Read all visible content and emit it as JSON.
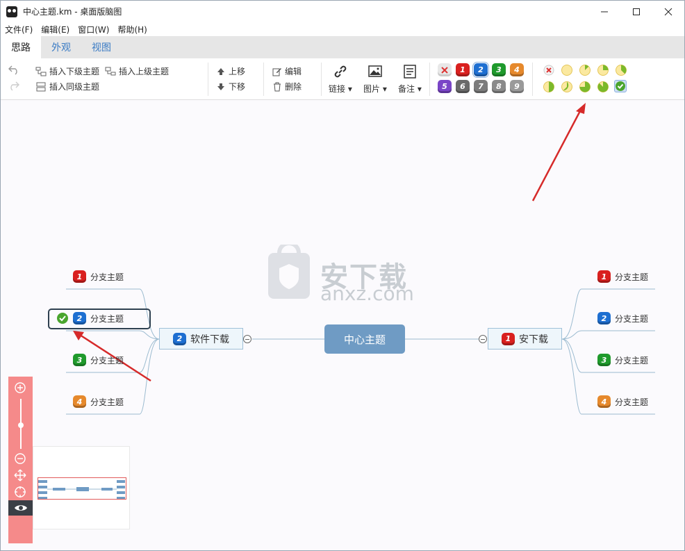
{
  "window": {
    "title": "中心主题.km - 桌面版脑图"
  },
  "menu": [
    "文件(F)",
    "编辑(E)",
    "窗口(W)",
    "帮助(H)"
  ],
  "tabs": [
    "思路",
    "外观",
    "视图"
  ],
  "toolbar": {
    "insert_child": "插入下级主题",
    "insert_parent": "插入上级主题",
    "insert_sibling": "插入同级主题",
    "move_up": "上移",
    "move_down": "下移",
    "edit": "编辑",
    "delete": "删除",
    "link": "链接",
    "image": "图片",
    "note": "备注"
  },
  "priority_colors": {
    "1": "#d9201f",
    "2": "#1e6fd1",
    "3": "#1f9a2c",
    "4": "#e6892c",
    "5": "#7a45c7",
    "6": "#6a6a6a",
    "7": "#7c7c7c",
    "8": "#8a8a8a",
    "9": "#9a9a9a"
  },
  "priorities_row1": [
    "1",
    "2",
    "3",
    "4"
  ],
  "priorities_row2": [
    "5",
    "6",
    "7",
    "8",
    "9"
  ],
  "progress_levels": [
    0,
    1,
    2,
    3,
    4,
    5,
    6,
    7,
    8
  ],
  "mindmap": {
    "center": "中心主题",
    "left_main": {
      "label": "软件下载",
      "priority": "2"
    },
    "right_main": {
      "label": "安下载",
      "priority": "1"
    },
    "left_branches": [
      {
        "label": "分支主题",
        "priority": "1",
        "selected": false
      },
      {
        "label": "分支主题",
        "priority": "2",
        "selected": true
      },
      {
        "label": "分支主题",
        "priority": "3",
        "selected": false
      },
      {
        "label": "分支主题",
        "priority": "4",
        "selected": false
      }
    ],
    "right_branches": [
      {
        "label": "分支主题",
        "priority": "1"
      },
      {
        "label": "分支主题",
        "priority": "2"
      },
      {
        "label": "分支主题",
        "priority": "3"
      },
      {
        "label": "分支主题",
        "priority": "4"
      }
    ]
  },
  "watermark": {
    "name": "安下载",
    "domain": "anxz.com"
  }
}
